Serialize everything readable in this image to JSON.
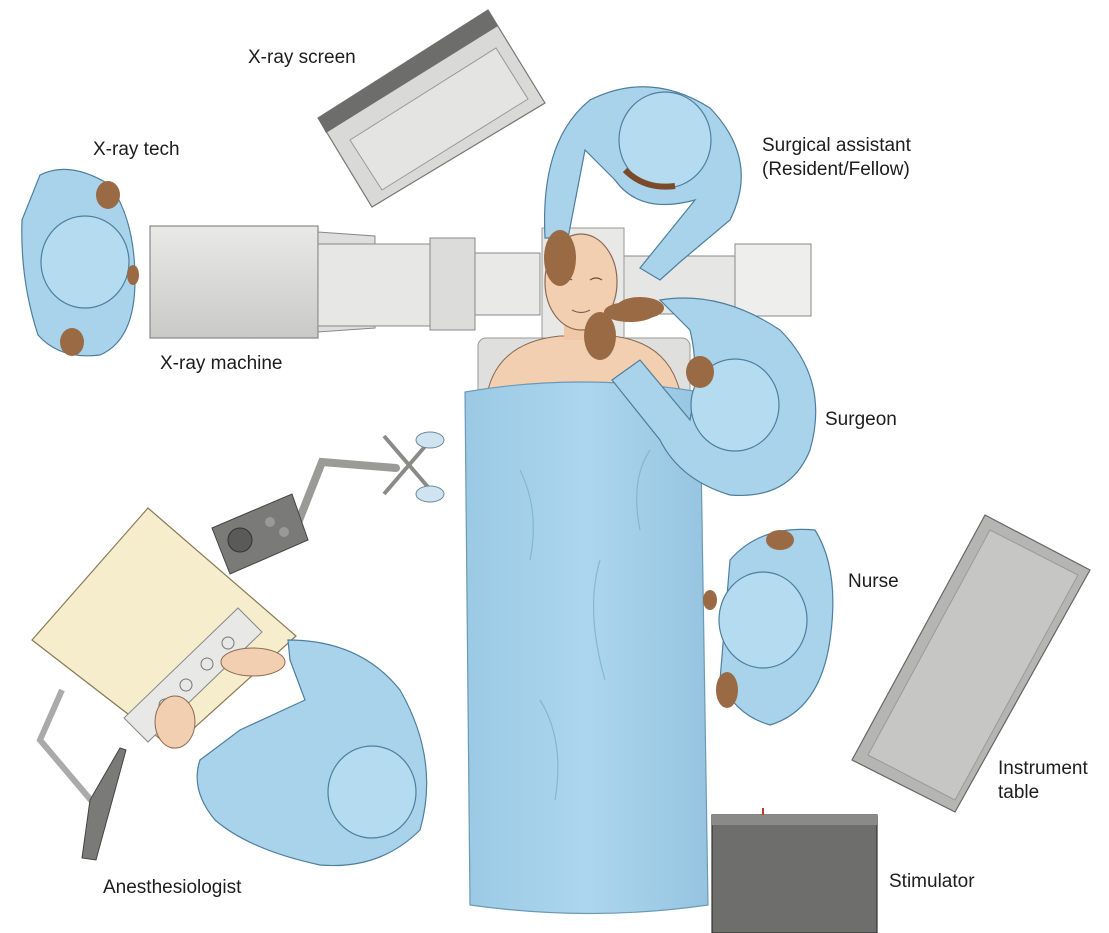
{
  "labels": {
    "xray_screen": "X-ray screen",
    "xray_tech": "X-ray tech",
    "xray_machine": "X-ray machine",
    "surgical_assistant_line1": "Surgical assistant",
    "surgical_assistant_line2": "(Resident/Fellow)",
    "surgeon": "Surgeon",
    "nurse": "Nurse",
    "instrument_table_line1": "Instrument",
    "instrument_table_line2": "table",
    "stimulator": "Stimulator",
    "anesthesiologist": "Anesthesiologist"
  },
  "colors": {
    "scrubs": "#a9d3ea",
    "scrubs_dark": "#7fb4d3",
    "drape": "#a4d0ea",
    "skin_light": "#f3cfb1",
    "skin_dark": "#9a6a45",
    "equipment_gray": "#d8d8d6",
    "console_beige": "#f6edcc",
    "stimulator_gray": "#6e6e6c",
    "table_gray": "#b5b5b3"
  }
}
